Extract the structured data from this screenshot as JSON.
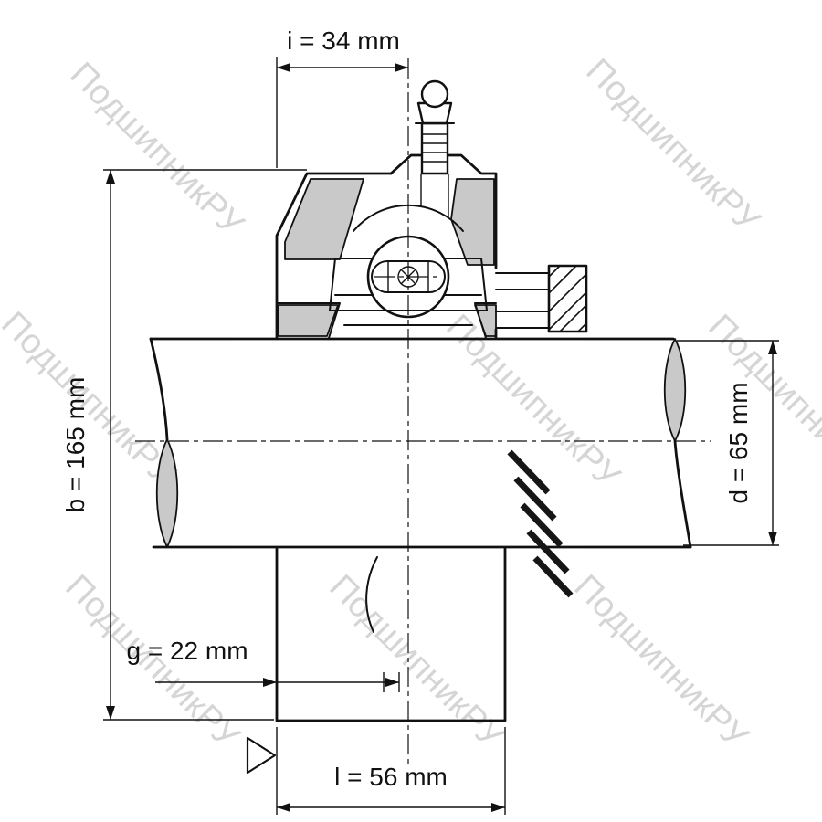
{
  "watermark": {
    "text": "ПодшипникРУ",
    "color": "#d5d5d5"
  },
  "dimensions": {
    "i": "i = 34 mm",
    "b": "b = 165 mm",
    "d": "d = 65 mm",
    "g": "g = 22 mm",
    "l": "l = 56 mm"
  },
  "colors": {
    "line": "#111111",
    "section_shade": "#c9c9c9",
    "background": "#ffffff"
  }
}
